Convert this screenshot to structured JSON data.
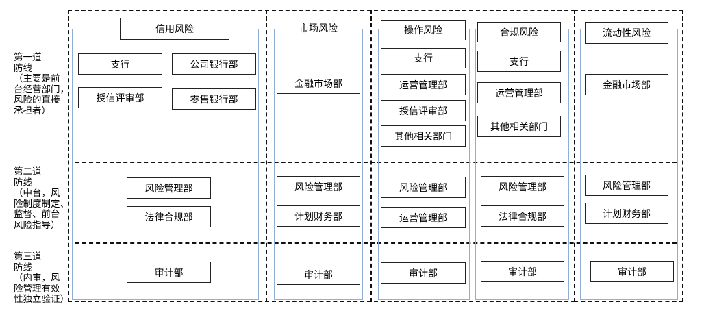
{
  "side_labels": {
    "line1": "第一道\n防线\n（主要是前\n台经营部门，\n风险的直接\n承担者）",
    "line2": "第二道\n防线\n（中台，风\n险制度制定、\n监督、前台\n风险指导）",
    "line3": "第三道\n防线\n（内审，风\n险管理有效\n性独立验证）"
  },
  "credit": {
    "title": "信用风险",
    "l1": [
      "支行",
      "公司银行部",
      "授信评审部",
      "零售银行部"
    ],
    "l2": [
      "风险管理部",
      "法律合规部"
    ],
    "l3": [
      "审计部"
    ]
  },
  "market": {
    "title": "市场风险",
    "l1": [
      "金融市场部"
    ],
    "l2": [
      "风险管理部",
      "计划财务部"
    ],
    "l3": [
      "审计部"
    ]
  },
  "operational": {
    "title": "操作风险",
    "l1": [
      "支行",
      "运营管理部",
      "授信评审部",
      "其他相关部门"
    ],
    "l2": [
      "风险管理部",
      "运营管理部"
    ],
    "l3": [
      "审计部"
    ]
  },
  "compliance": {
    "title": "合规风险",
    "l1": [
      "支行",
      "运营管理部",
      "其他相关部门"
    ],
    "l2": [
      "风险管理部",
      "法律合规部"
    ],
    "l3": [
      "审计部"
    ]
  },
  "liquidity": {
    "title": "流动性风险",
    "l1": [
      "金融市场部"
    ],
    "l2": [
      "风险管理部",
      "计划财务部"
    ],
    "l3": [
      "审计部"
    ]
  }
}
